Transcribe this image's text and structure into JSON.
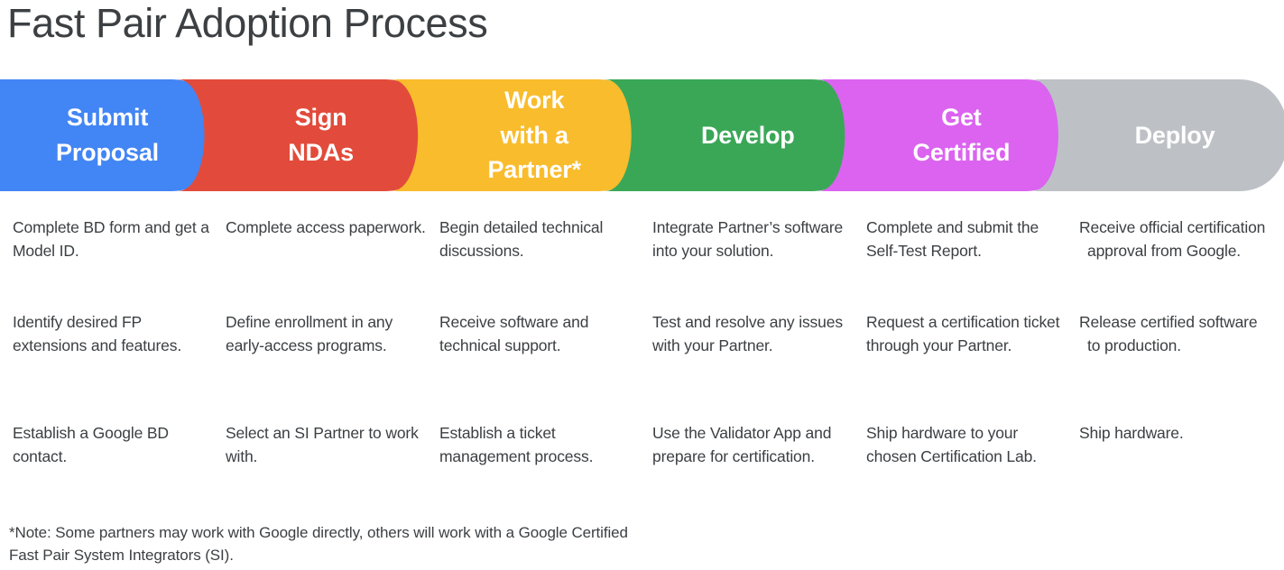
{
  "page": {
    "title": "Fast Pair Adoption Process",
    "background": "#ffffff",
    "text_color": "#3c4043"
  },
  "process": {
    "steps": [
      {
        "id": "submit-proposal",
        "label_lines": [
          "Submit",
          "Proposal"
        ],
        "color": "#4285F4",
        "label_color": "#ffffff",
        "items": [
          "Complete BD form and get a Model ID.",
          "Identify desired FP extensions and features.",
          "Establish a Google BD contact."
        ]
      },
      {
        "id": "sign-ndas",
        "label_lines": [
          "Sign",
          "NDAs"
        ],
        "color": "#E24B3B",
        "label_color": "#ffffff",
        "items": [
          "Complete access paperwork.",
          "Define enrollment in any early-access programs.",
          "Select an SI Partner to work with."
        ]
      },
      {
        "id": "work-with-a-partner",
        "label_lines": [
          "Work",
          "with a",
          "Partner*"
        ],
        "color": "#F9BC2C",
        "label_color": "#ffffff",
        "items": [
          "Begin detailed technical discussions.",
          "Receive software and technical support.",
          "Establish a ticket management process."
        ]
      },
      {
        "id": "develop",
        "label_lines": [
          "Develop"
        ],
        "color": "#3AA757",
        "label_color": "#ffffff",
        "items": [
          "Integrate Partner’s software into your solution.",
          "Test and resolve any issues with your Partner.",
          "Use the Validator App and prepare for certification."
        ]
      },
      {
        "id": "get-certified",
        "label_lines": [
          "Get",
          "Certified"
        ],
        "color": "#DB63F0",
        "label_color": "#ffffff",
        "items": [
          "Complete and submit the Self-Test Report.",
          "Request a certification ticket through your Partner.",
          "Ship hardware to your chosen Certification Lab."
        ]
      },
      {
        "id": "deploy",
        "label_lines": [
          "Deploy"
        ],
        "color": "#BDC1C6",
        "label_color": "#ffffff",
        "items": [
          "Receive official certification approval from Google.",
          "Release certified software to production.",
          "Ship hardware."
        ]
      }
    ]
  },
  "footnote": {
    "text": "*Note: Some partners may work with Google directly, others will work with a Google Certified Fast Pair System Integrators (SI)."
  }
}
